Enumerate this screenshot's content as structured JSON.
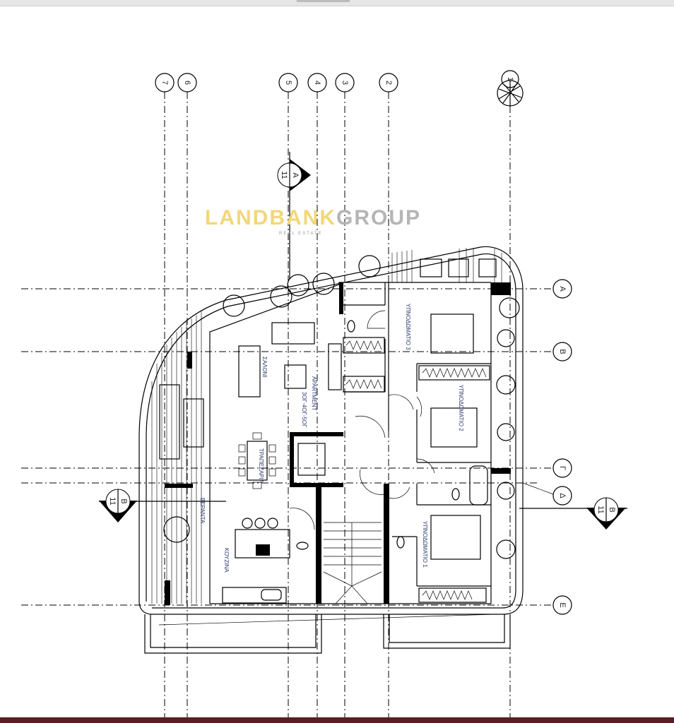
{
  "grid_columns": [
    "7",
    "6",
    "5",
    "4",
    "3",
    "2",
    "1"
  ],
  "grid_rows": [
    "A",
    "B",
    "Γ",
    "Δ",
    "E"
  ],
  "section_markers": [
    {
      "letter": "A",
      "sheet": "11"
    },
    {
      "letter": "B",
      "sheet": "11"
    },
    {
      "letter": "B",
      "sheet": "11"
    }
  ],
  "rooms": {
    "living": "ΣΑΛΟΝΙ",
    "apartment": "APARTMENT",
    "apartment_floors": "3ΟΓ-4ΟΓ-5ΟΓ",
    "dining": "ΤΡΑΠΕΖΑΡΙΑ",
    "kitchen": "ΚΟΥΖΙΝΑ",
    "veranda": "ΒΕΡΑΝΤΑ",
    "bedroom1": "ΥΠΝΟΔΩΜΑΤΙΟ 1",
    "bedroom2": "ΥΠΝΟΔΩΜΑΤΙΟ 2",
    "bedroom3": "ΥΠΝΟΔΩΜΑΤΙΟ 3"
  },
  "watermark": {
    "brand_a": "LANDBANK",
    "brand_b": "GROUP",
    "tagline": "REAL ESTATE",
    "color_a": "#f2d77a",
    "color_b": "#b5b5b5"
  }
}
